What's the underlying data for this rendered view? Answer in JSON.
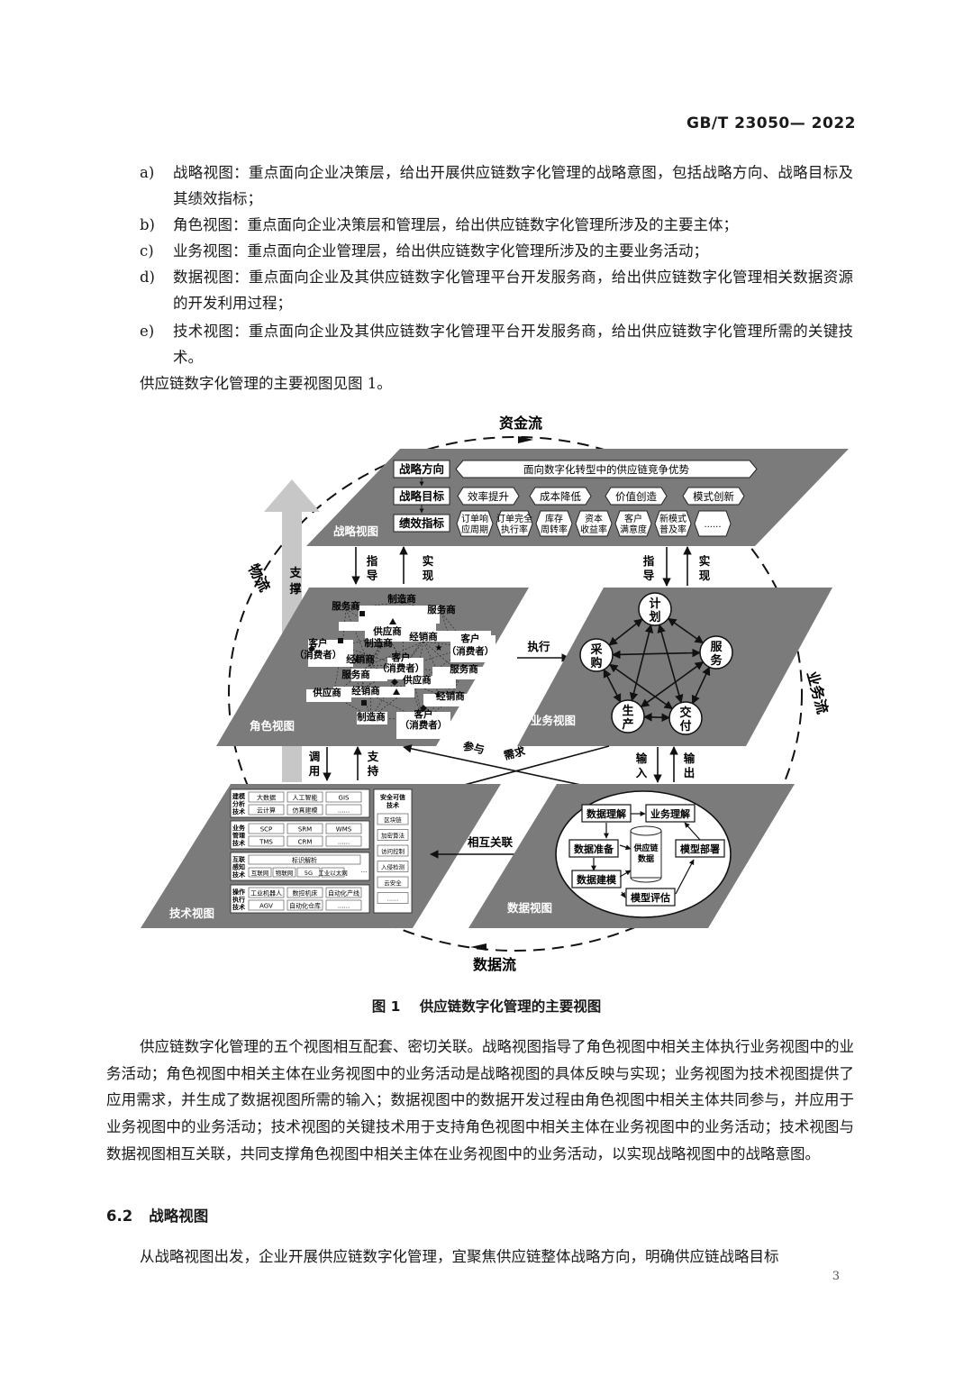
{
  "header": {
    "standard_no": "GB/T 23050— 2022"
  },
  "list_items": [
    {
      "label": "a)",
      "text": "战略视图：重点面向企业决策层，给出开展供应链数字化管理的战略意图，包括战略方向、战略目标及其绩效指标；"
    },
    {
      "label": "b)",
      "text": "角色视图：重点面向企业决策层和管理层，给出供应链数字化管理所涉及的主要主体；"
    },
    {
      "label": "c)",
      "text": "业务视图：重点面向企业管理层，给出供应链数字化管理所涉及的主要业务活动；"
    },
    {
      "label": "d)",
      "text": "数据视图：重点面向企业及其供应链数字化管理平台开发服务商，给出供应链数字化管理相关数据资源的开发利用过程；"
    },
    {
      "label": "e)",
      "text": "技术视图：重点面向企业及其供应链数字化管理平台开发服务商，给出供应链数字化管理所需的关键技术。"
    }
  ],
  "intro_line": "供应链数字化管理的主要视图见图 1。",
  "figure": {
    "flows": {
      "capital": "资金流",
      "logistics": "物流",
      "business": "业务流",
      "data": "数据流"
    },
    "support_arrow": "支撑",
    "strategy": {
      "title": "战略视图",
      "row_direction": "战略方向",
      "direction_text": "面向数字化转型中的供应链竞争优势",
      "row_goal": "战略目标",
      "goals": [
        "效率提升",
        "成本降低",
        "价值创造",
        "模式创新"
      ],
      "row_kpi": "绩效指标",
      "kpis": [
        [
          "订单响",
          "应周期"
        ],
        [
          "订单完全",
          "执行率"
        ],
        [
          "库存",
          "周转率"
        ],
        [
          "资本",
          "收益率"
        ],
        [
          "客户",
          "满意度"
        ],
        [
          "新模式",
          "普及率"
        ],
        [
          "......",
          ""
        ]
      ]
    },
    "links": {
      "guide": [
        "指",
        "导"
      ],
      "realize": [
        "实",
        "现"
      ],
      "execute": "执行",
      "call": [
        "调",
        "用"
      ],
      "support": [
        "支",
        "持"
      ],
      "participate": "参与",
      "demand": "需求",
      "input": [
        "输",
        "入"
      ],
      "output": [
        "输",
        "出"
      ],
      "correlate": "相互关联"
    },
    "role": {
      "title": "角色视图",
      "nodes": [
        "服务商",
        "制造商",
        "服务商",
        "客户",
        "（消费者）",
        "供应商",
        "制造商",
        "经销商",
        "客户",
        "（消费者）",
        "经销商",
        "客户",
        "（消费者）",
        "服务商",
        "服务商",
        "供应商",
        "经销商",
        "经销商",
        "供应商",
        "制造商",
        "客户",
        "（消费者）"
      ]
    },
    "business": {
      "title": "业务视图",
      "nodes": [
        [
          "计",
          "划"
        ],
        [
          "采",
          "购"
        ],
        [
          "服",
          "务"
        ],
        [
          "生",
          "产"
        ],
        [
          "交",
          "付"
        ]
      ]
    },
    "tech": {
      "title": "技术视图",
      "groups": [
        {
          "name": [
            "建模",
            "分析",
            "技术"
          ],
          "items": [
            "大数据",
            "人工智能",
            "GIS",
            "云计算",
            "仿真建模",
            "......"
          ]
        },
        {
          "name": [
            "业务",
            "管理",
            "技术"
          ],
          "items": [
            "SCP",
            "SRM",
            "WMS",
            "TMS",
            "CRM",
            "......"
          ]
        },
        {
          "name": [
            "互联",
            "感知",
            "技术"
          ],
          "items": [
            "标识解析",
            "互联网",
            "物联网",
            "5G",
            "工业以太网"
          ]
        },
        {
          "name": [
            "操作",
            "执行",
            "技术"
          ],
          "items": [
            "工业机器人",
            "数控机床",
            "自动化产线",
            "AGV",
            "自动化仓库",
            "......"
          ]
        }
      ],
      "security": {
        "name": [
          "安全可信",
          "技术"
        ],
        "items": [
          "区块链",
          "加密算法",
          "访问控制",
          "入侵检测",
          "云安全",
          "......"
        ]
      }
    },
    "data": {
      "title": "数据视图",
      "nodes": [
        "数据理解",
        "业务理解",
        "数据准备",
        "模型部署",
        "数据建模",
        "模型评估"
      ],
      "center": [
        "供应链",
        "数据"
      ]
    }
  },
  "caption": {
    "number": "图 1",
    "title": "供应链数字化管理的主要视图"
  },
  "paragraph": "供应链数字化管理的五个视图相互配套、密切关联。战略视图指导了角色视图中相关主体执行业务视图中的业务活动；角色视图中相关主体在业务视图中的业务活动是战略视图的具体反映与实现；业务视图为技术视图提供了应用需求，并生成了数据视图所需的输入；数据视图中的数据开发过程由角色视图中相关主体共同参与，并应用于业务视图中的业务活动；技术视图的关键技术用于支持角色视图中相关主体在业务视图中的业务活动；技术视图与数据视图相互关联，共同支撑角色视图中相关主体在业务视图中的业务活动，以实现战略视图中的战略意图。",
  "section": {
    "number": "6.2",
    "title": "战略视图"
  },
  "last_line": "从战略视图出发，企业开展供应链数字化管理，宜聚焦供应链整体战略方向，明确供应链战略目标",
  "page_number": "3"
}
